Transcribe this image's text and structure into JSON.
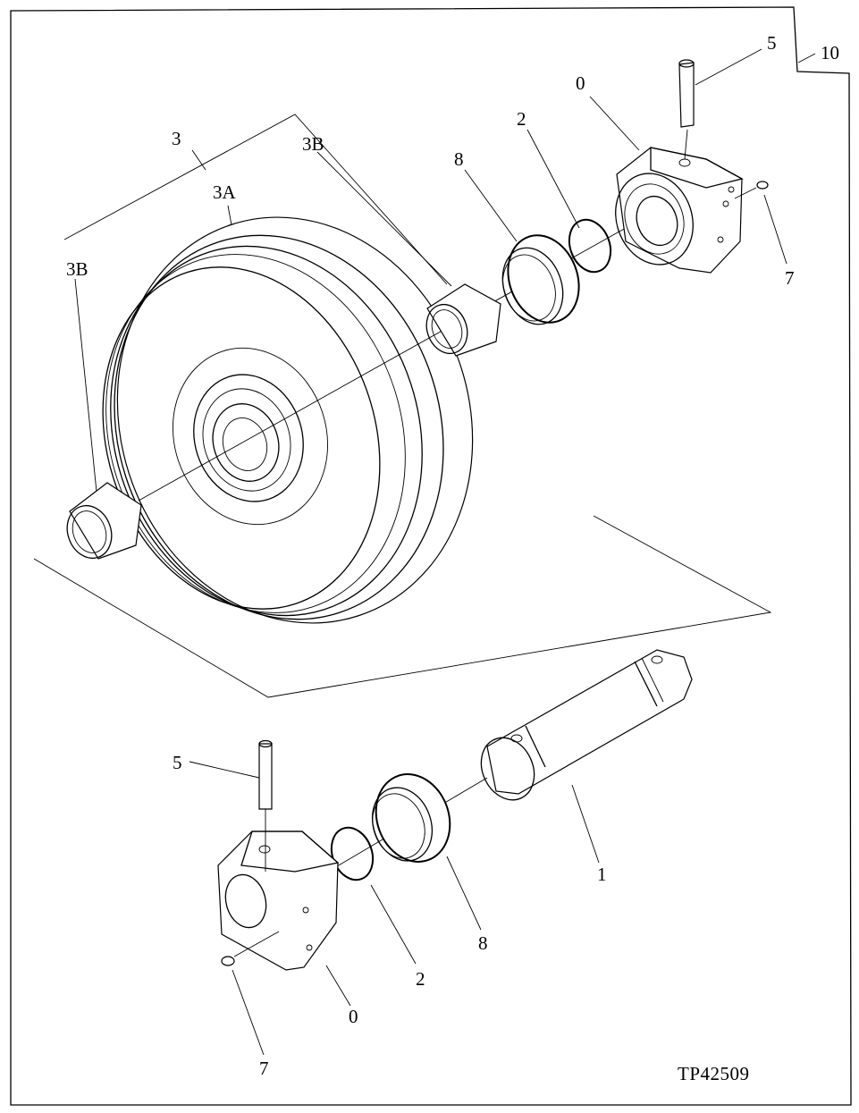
{
  "corner_label": "10",
  "drawing_ref": "TP42509",
  "callouts": {
    "wheel_assembly": "3",
    "wheel": "3A",
    "bushing_right": "3B",
    "bushing_left": "3B",
    "seal_top": "8",
    "oring_top": "2",
    "bracket_top": "0",
    "pin_top": "5",
    "plug_top": "7",
    "pin_bottom": "5",
    "shaft": "1",
    "seal_bottom": "8",
    "oring_bottom": "2",
    "bracket_bottom": "0",
    "plug_bottom": "7"
  }
}
